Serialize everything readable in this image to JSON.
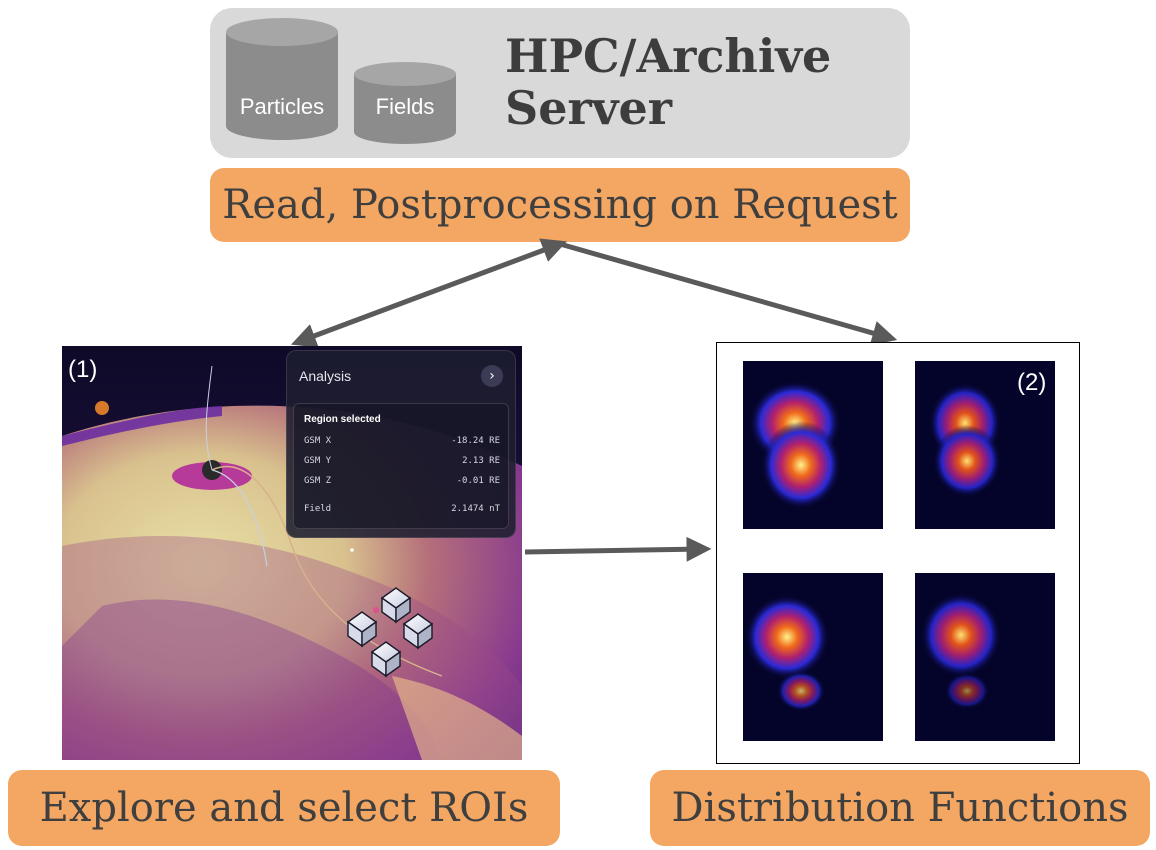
{
  "server": {
    "title_line1": "HPC/Archive",
    "title_line2": "Server",
    "db_particles": "Particles",
    "db_fields": "Fields"
  },
  "read_box": "Read, Postprocessing on Request",
  "explore_box": "Explore and select ROIs",
  "distribution_box": "Distribution Functions",
  "panel1": {
    "label": "(1)",
    "analysis": {
      "title": "Analysis",
      "button": "›",
      "region_title": "Region selected",
      "rows": [
        {
          "key": "GSM X",
          "value": "-18.24 RE"
        },
        {
          "key": "GSM Y",
          "value": "2.13 RE"
        },
        {
          "key": "GSM Z",
          "value": "-0.01 RE"
        },
        {
          "key": "Field",
          "value": "2.1474 nT"
        }
      ]
    }
  },
  "panel2": {
    "label": "(2)"
  },
  "colors": {
    "server_box": "#d9d9d9",
    "cylinder": "#8c8c8c",
    "orange": "#f4a762",
    "arrow": "#5a5a5a"
  }
}
